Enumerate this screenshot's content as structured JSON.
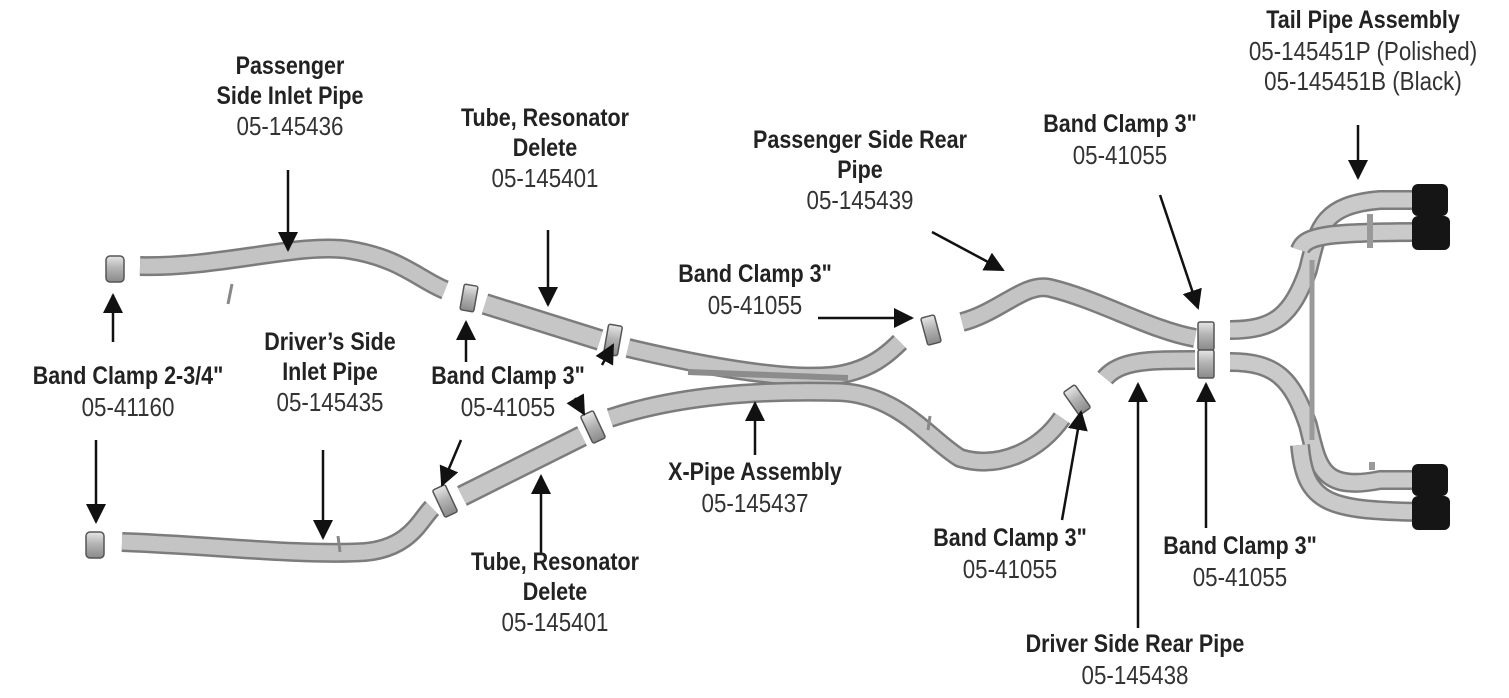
{
  "labels": {
    "passenger_inlet": {
      "title_line1": "Passenger",
      "title_line2": "Side Inlet Pipe",
      "part": "05-145436"
    },
    "resonator_top": {
      "title_line1": "Tube, Resonator",
      "title_line2": "Delete",
      "part": "05-145401"
    },
    "passenger_rear": {
      "title_line1": "Passenger Side Rear",
      "title_line2": "Pipe",
      "part": "05-145439"
    },
    "band_clamp_tr": {
      "title": "Band Clamp 3\"",
      "part": "05-41055"
    },
    "tail_pipe": {
      "title": "Tail Pipe Assembly",
      "part1": "05-145451P (Polished)",
      "part2": "05-145451B (Black)"
    },
    "band_clamp_xover": {
      "title": "Band Clamp 3\"",
      "part": "05-41055"
    },
    "band_clamp_234": {
      "title": "Band Clamp 2-3/4\"",
      "part": "05-41160"
    },
    "driver_inlet": {
      "title_line1": "Driver’s Side",
      "title_line2": "Inlet Pipe",
      "part": "05-145435"
    },
    "band_clamp_mid": {
      "title": "Band Clamp 3\"",
      "part": "05-41055"
    },
    "xpipe": {
      "title": "X-Pipe Assembly",
      "part": "05-145437"
    },
    "resonator_bottom": {
      "title_line1": "Tube, Resonator",
      "title_line2": "Delete",
      "part": "05-145401"
    },
    "band_clamp_br1": {
      "title": "Band Clamp 3\"",
      "part": "05-41055"
    },
    "band_clamp_br2": {
      "title": "Band Clamp 3\"",
      "part": "05-41055"
    },
    "driver_rear": {
      "title": "Driver Side Rear Pipe",
      "part": "05-145438"
    }
  },
  "colors": {
    "pipe": "#b5b5b5",
    "pipe_edge": "#7c7c7c",
    "tip": "#151515",
    "text": "#222222"
  }
}
